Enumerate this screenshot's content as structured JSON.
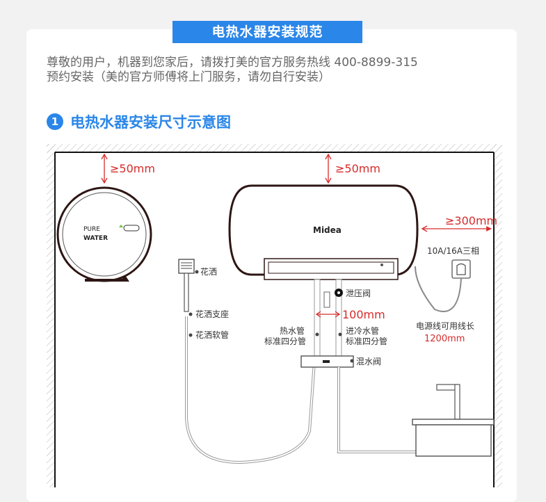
{
  "header": {
    "title": "电热水器安装规范"
  },
  "intro": {
    "line1": "尊敬的用户，机器到您家后，请拨打美的官方服务热线 400-8899-315",
    "line2": "预约安装（美的官方师傅将上门服务，请勿自行安装）"
  },
  "section1": {
    "number": "1",
    "title": "电热水器安装尺寸示意图"
  },
  "diagram": {
    "left_clearance": "≥50mm",
    "top_clearance": "≥50mm",
    "side_clearance": "≥300mm",
    "brand": "Midea",
    "purifier_label_line1": "PURE",
    "purifier_label_line2": "WATER",
    "shower_head": "花洒",
    "shower_holder": "花洒支座",
    "shower_hose": "花洒软管",
    "pressure_valve": "泄压阀",
    "pipe_spacing": "100mm",
    "hot_pipe_line1": "热水管",
    "hot_pipe_line2": "标准四分管",
    "cold_pipe_line1": "进冷水管",
    "cold_pipe_line2": "标准四分管",
    "mixing_valve": "混水阀",
    "socket_spec": "10A/16A三相",
    "power_cord_label": "电源线可用线长",
    "power_cord_length": "1200mm"
  },
  "colors": {
    "accent": "#2a86e8",
    "dimension": "#d62b2b",
    "heater_body": "#2d1614"
  }
}
